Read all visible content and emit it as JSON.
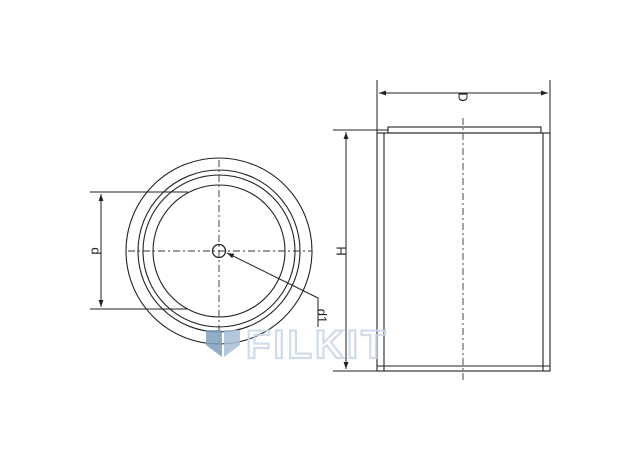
{
  "labels": {
    "inner_diameter": "d",
    "bore_diameter": "d1",
    "height": "H",
    "outer_diameter": "D"
  },
  "watermark": {
    "text": "FILKIT"
  },
  "colors": {
    "line": "#222222",
    "watermark": "#cfdbea",
    "watermark_icon": "#7f9fbe",
    "background": "#ffffff"
  }
}
